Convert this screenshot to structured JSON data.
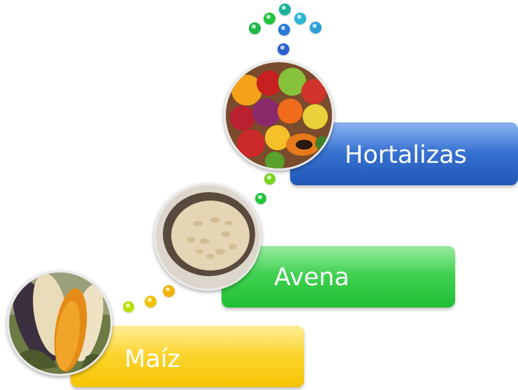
{
  "steps": [
    {
      "label": "Maíz",
      "color": "#f6c400",
      "image": "corn-photo"
    },
    {
      "label": "Avena",
      "color": "#1fbf33",
      "image": "oats-photo"
    },
    {
      "label": "Hortalizas",
      "color": "#1f57b6",
      "image": "vegetables-photo"
    }
  ],
  "connector_colors": {
    "yellow": "#f2c200",
    "yellow_green": "#b8e000",
    "green": "#22c43a",
    "teal": "#19b39a",
    "cyan": "#2bb6d6",
    "blue": "#2c5fd0"
  }
}
